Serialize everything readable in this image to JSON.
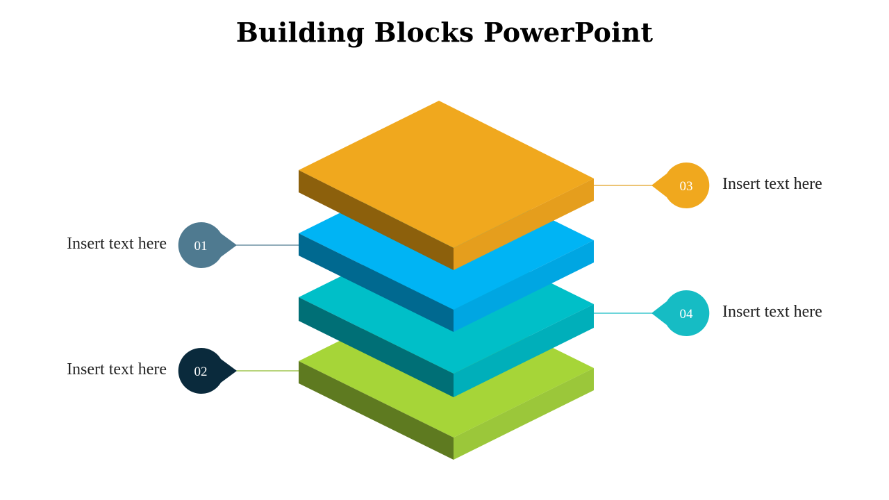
{
  "title": "Building Blocks PowerPoint",
  "colors": {
    "orange": "#F0A81E",
    "blue": "#00B4F4",
    "teal": "#00BFC8",
    "green": "#A6D538",
    "marker_01": "#4F7A90",
    "marker_02": "#0A2A3C",
    "marker_03": "#F0A81E",
    "marker_04": "#16BCC4"
  },
  "items": [
    {
      "number": "01",
      "text": "Insert text here",
      "block": "blue",
      "color": "#4F7A90"
    },
    {
      "number": "02",
      "text": "Insert text here",
      "block": "green",
      "color": "#0A2A3C"
    },
    {
      "number": "03",
      "text": "Insert text here",
      "block": "orange",
      "color": "#F0A81E"
    },
    {
      "number": "04",
      "text": "Insert text here",
      "block": "teal",
      "color": "#16BCC4"
    }
  ]
}
